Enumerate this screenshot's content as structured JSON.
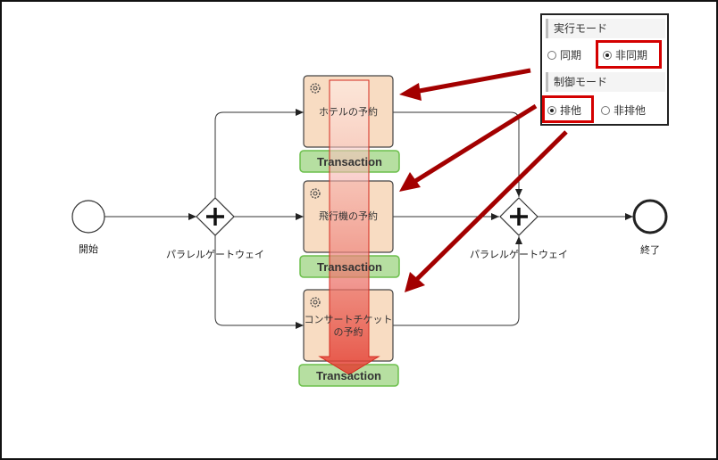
{
  "diagram": {
    "start_event": {
      "label": "開始"
    },
    "end_event": {
      "label": "終了"
    },
    "split_gateway": {
      "label": "パラレルゲートウェイ"
    },
    "join_gateway": {
      "label": "パラレルゲートウェイ"
    },
    "tasks": [
      {
        "label": "ホテルの予約",
        "icon": "gear-icon",
        "badge": "Transaction"
      },
      {
        "label": "飛行機の予約",
        "icon": "gear-icon",
        "badge": "Transaction"
      },
      {
        "label_lines": [
          "コンサートチケット",
          "の予約"
        ],
        "icon": "gear-icon",
        "badge": "Transaction"
      }
    ],
    "colors": {
      "task_fill": "#f8dcc2",
      "badge_fill": "#b6dfa1",
      "badge_border": "#6cbf4c",
      "arrow_red": "#a30000",
      "overlay_red": "#e85a50"
    }
  },
  "settings_panel": {
    "execution_mode": {
      "heading": "実行モード",
      "options": [
        "同期",
        "非同期"
      ],
      "selected": "非同期"
    },
    "control_mode": {
      "heading": "制御モード",
      "options": [
        "排他",
        "非排他"
      ],
      "selected": "排他"
    }
  }
}
